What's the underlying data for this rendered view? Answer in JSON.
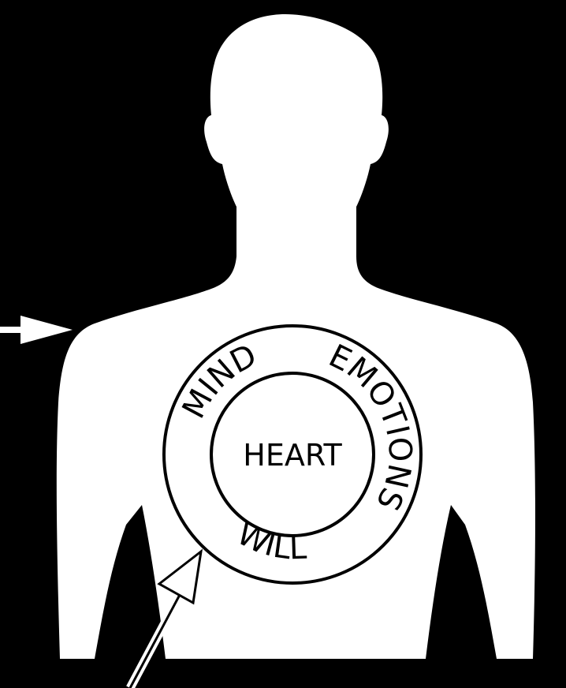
{
  "diagram": {
    "center_label": "HEART",
    "ring_labels": {
      "mind": "MIND",
      "emotions": "EMOTIONS",
      "will": "WILL"
    },
    "colors": {
      "background": "#000000",
      "figure": "#ffffff",
      "ink": "#000000"
    },
    "icons": [
      "arrow-right-icon",
      "arrow-up-right-icon"
    ]
  }
}
